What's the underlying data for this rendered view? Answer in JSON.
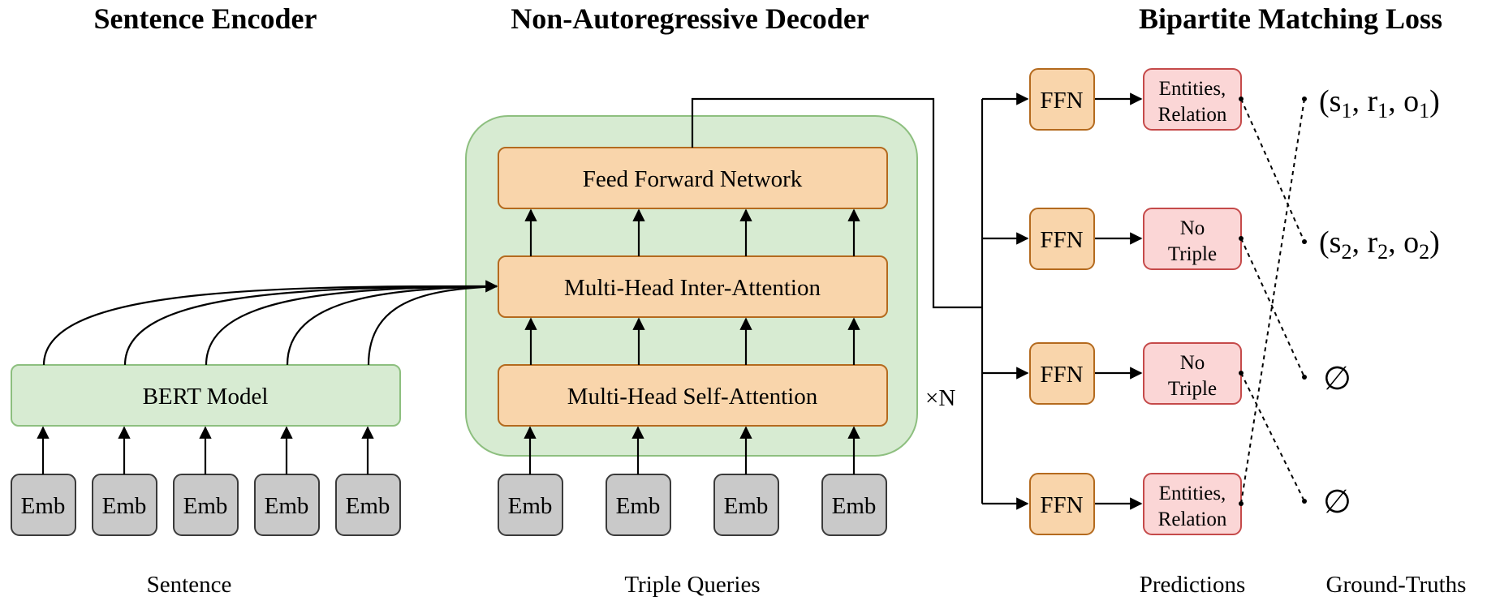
{
  "headers": {
    "encoder": "Sentence Encoder",
    "decoder": "Non-Autoregressive Decoder",
    "loss": "Bipartite Matching Loss"
  },
  "encoder": {
    "model_label": "BERT Model",
    "emb_labels": [
      "Emb",
      "Emb",
      "Emb",
      "Emb",
      "Emb"
    ],
    "caption": "Sentence"
  },
  "decoder": {
    "ffn_label": "Feed Forward Network",
    "inter_attention_label": "Multi-Head Inter-Attention",
    "self_attention_label": "Multi-Head Self-Attention",
    "repeat_label": "×N",
    "emb_labels": [
      "Emb",
      "Emb",
      "Emb",
      "Emb"
    ],
    "caption": "Triple Queries"
  },
  "predictions": {
    "ffn_labels": [
      "FFN",
      "FFN",
      "FFN",
      "FFN"
    ],
    "outputs": [
      [
        "Entities,",
        "Relation"
      ],
      [
        "No",
        "Triple"
      ],
      [
        "No",
        "Triple"
      ],
      [
        "Entities,",
        "Relation"
      ]
    ],
    "caption": "Predictions"
  },
  "ground_truths": {
    "triples": [
      {
        "s": "s",
        "si": "1",
        "r": "r",
        "ri": "1",
        "o": "o",
        "oi": "1"
      },
      {
        "s": "s",
        "si": "2",
        "r": "r",
        "ri": "2",
        "o": "o",
        "oi": "2"
      }
    ],
    "empty": [
      "∅",
      "∅"
    ],
    "caption": "Ground-Truths"
  },
  "colors": {
    "orange_fill": "#f9d5ab",
    "green_fill": "#d7ebd2",
    "gray_fill": "#c9c9c9",
    "pink_fill": "#fbd6d6"
  }
}
